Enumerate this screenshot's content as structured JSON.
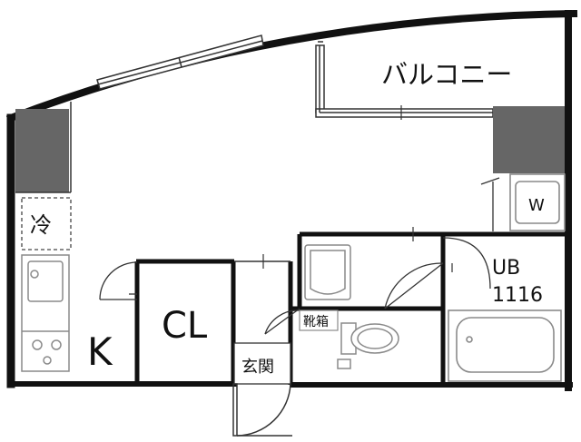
{
  "labels": {
    "balcony": "バルコニー",
    "fridge": "冷",
    "washer": "W",
    "kitchen": "K",
    "closet": "CL",
    "unit_bath": "UB",
    "unit_bath_size": "1116",
    "shoe_box": "靴箱",
    "entrance": "玄関"
  },
  "colors": {
    "wall": "#111111",
    "shade": "#666666",
    "line": "#333333",
    "fixture": "#8a8a8a"
  }
}
